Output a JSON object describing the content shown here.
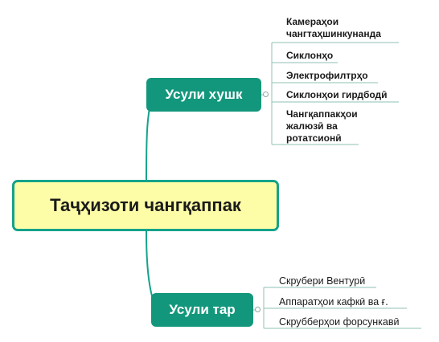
{
  "root": {
    "label": "Таҷҳизоти чангқаппак"
  },
  "branches": [
    {
      "label": "Усули хушк",
      "leaves": [
        "Камераҳои\nчангтаҳшинкунанда",
        "Сиклонҳо",
        "Электрофилтрҳо",
        "Сиклонҳои гирдбодӣ",
        "Чангқаппакҳои\nжалюзӣ ва\nротатсионӣ"
      ]
    },
    {
      "label": "Усули тар",
      "leaves": [
        "Скрубери Вентурӣ",
        "Аппаратҳои кафкӣ ва ғ.",
        "Скруббeрҳои форсункавӣ"
      ]
    }
  ],
  "colors": {
    "branch_fill": "#13977c",
    "root_fill": "#fdfda7",
    "root_border": "#14a38a",
    "line": "#14a38a",
    "leaf_line": "#8fc1b6"
  }
}
